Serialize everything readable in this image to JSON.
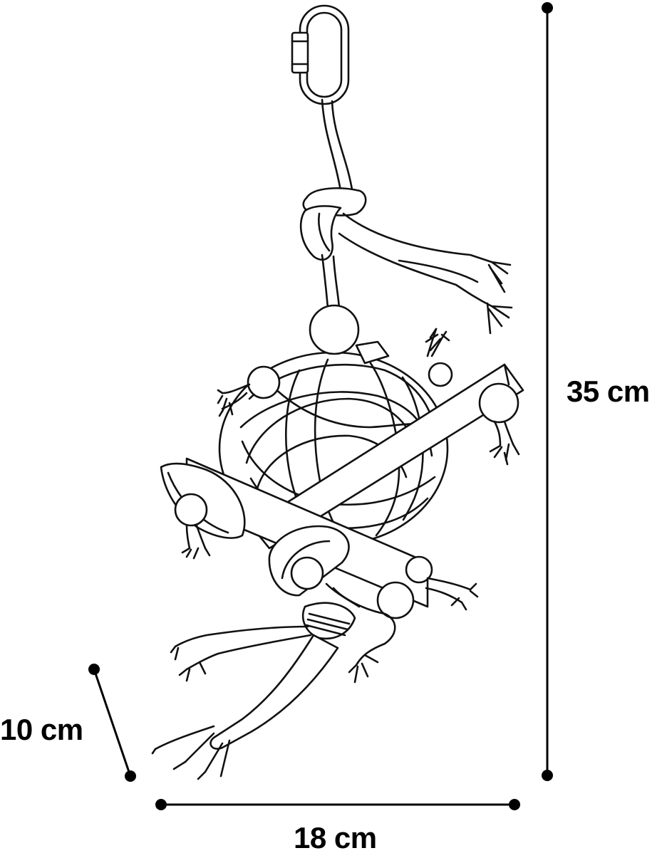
{
  "dimensions": {
    "height": "35 cm",
    "depth": "10 cm",
    "width": "18 cm"
  },
  "colors": {
    "ink": "#111111",
    "background": "#ffffff"
  }
}
